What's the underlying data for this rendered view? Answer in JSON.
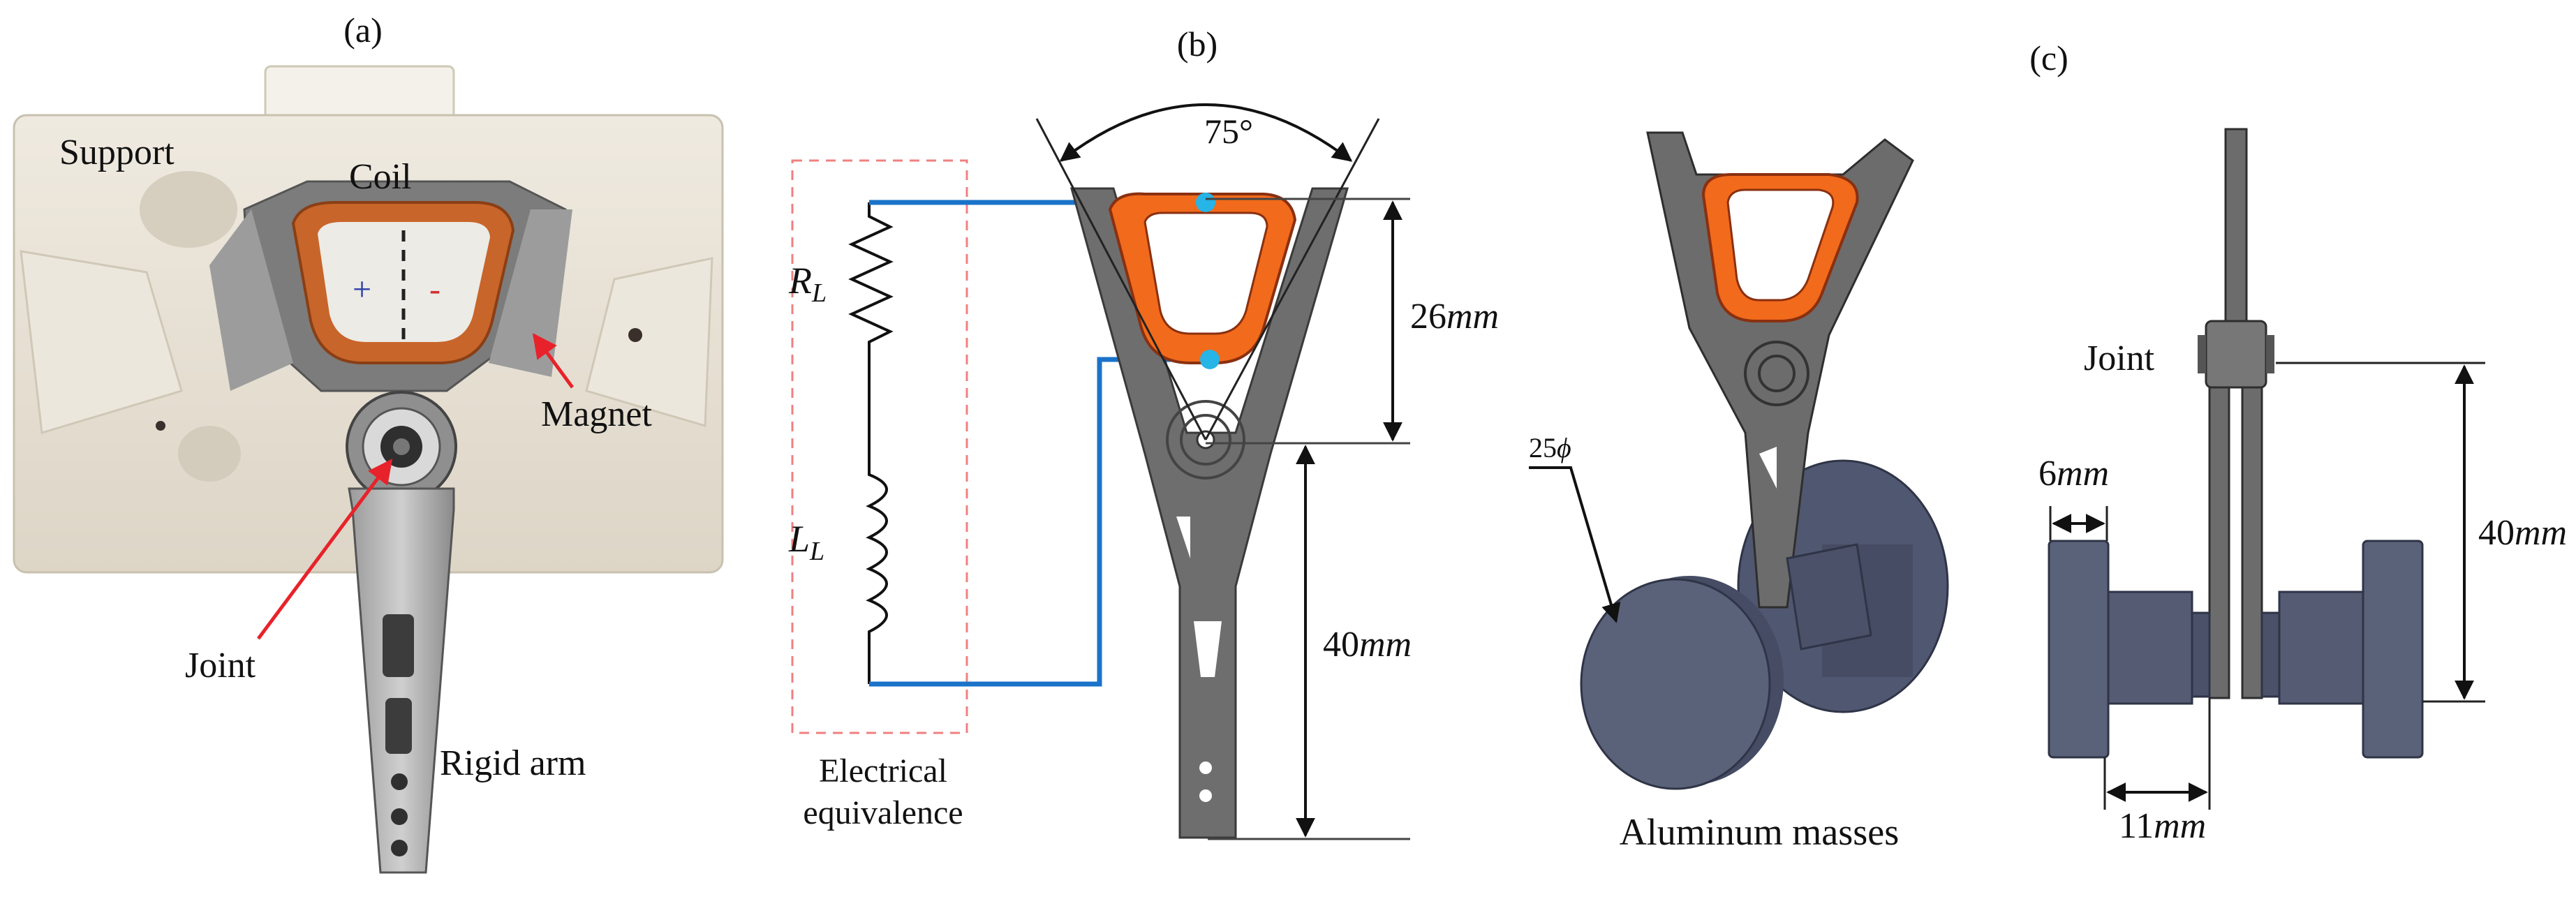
{
  "panels": {
    "a": "(a)",
    "b": "(b)",
    "c": "(c)"
  },
  "photo": {
    "support": "Support",
    "coil": "Coil",
    "magnet": "Magnet",
    "joint": "Joint",
    "rigid_arm": "Rigid arm",
    "plus": "+",
    "minus": "-"
  },
  "circuit": {
    "resistor_main": "R",
    "resistor_sub": "L",
    "inductor_main": "L",
    "inductor_sub": "L",
    "caption_line1": "Electrical",
    "caption_line2": "equivalence"
  },
  "arm_dims": {
    "angle": "75°",
    "coil_height_num": "26",
    "coil_height_unit": "mm",
    "arm_length_num": "40",
    "arm_length_unit": "mm"
  },
  "iso": {
    "diameter_num": "25",
    "diameter_sym": "ϕ",
    "caption": "Aluminum masses"
  },
  "side": {
    "joint": "Joint",
    "mass_width_num": "6",
    "mass_width_unit": "mm",
    "length_num": "40",
    "length_unit": "mm",
    "offset_num": "11",
    "offset_unit": "mm"
  },
  "colors": {
    "coil_orange": "#f26a1b",
    "coil_copper": "#c8652a",
    "wire_blue": "#1a73c9",
    "node_cyan": "#27b4e6",
    "arm_gray": "#7d7d7d",
    "mass_slate": "#5a6279",
    "support_cream": "#e8e2d6",
    "dashed_red": "#f08080",
    "pointer_red": "#e8222a"
  }
}
